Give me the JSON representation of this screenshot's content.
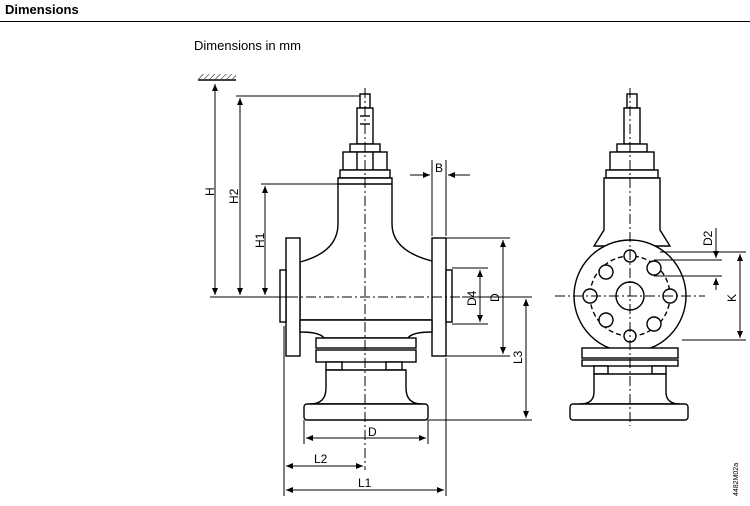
{
  "header": {
    "title": "Dimensions"
  },
  "subtitle": "Dimensions in mm",
  "figure_id": "4482M02a",
  "labels": {
    "H": "H",
    "H2": "H2",
    "H1": "H1",
    "B": "B",
    "D4": "D4",
    "D": "D",
    "L3": "L3",
    "D_base": "D",
    "L2": "L2",
    "L1": "L1",
    "D2": "D2",
    "K": "K"
  }
}
